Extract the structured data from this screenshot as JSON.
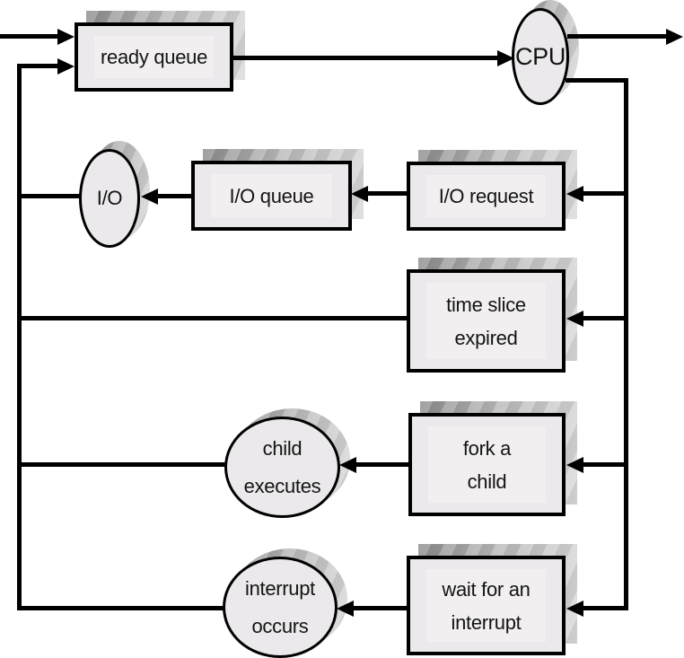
{
  "diagram_type": "flow-diagram",
  "colors": {
    "bg": "#ffffff",
    "ink": "#000000",
    "node_fill": "#ebe9eb",
    "node_inner": "#f2eff1",
    "shadow_dark": "#8a8a8a",
    "shadow_mid": "#b8b8b8",
    "shadow_light": "#d9d9d9",
    "label": "#141414"
  },
  "nodes": {
    "ready_queue": {
      "label": "ready queue",
      "shape": "queue-box"
    },
    "cpu": {
      "label": "CPU",
      "shape": "ellipse"
    },
    "io": {
      "label": "I/O",
      "shape": "ellipse"
    },
    "io_queue": {
      "label": "I/O queue",
      "shape": "queue-box"
    },
    "io_request": {
      "label": "I/O request",
      "shape": "queue-box"
    },
    "time_slice_expiredated": null,
    "time_slice_expired": {
      "label": "time slice\nexpired",
      "shape": "queue-box"
    },
    "child_executes": {
      "label": "child\nexecutes",
      "shape": "circle"
    },
    "fork_a_child": {
      "label": "fork a\nchild",
      "shape": "queue-box"
    },
    "interrupt_occurs": {
      "label": "interrupt\noccurs",
      "shape": "circle"
    },
    "wait_for_interrupt": {
      "label": "wait for an\ninterrupt",
      "shape": "queue-box"
    }
  },
  "edges": [
    {
      "from": "external-in",
      "to": "ready_queue",
      "arrow": "into ready queue (top left entry)"
    },
    {
      "from": "feedback-rail",
      "to": "ready_queue",
      "arrow": "into ready queue (lower left entry)"
    },
    {
      "from": "ready_queue",
      "to": "cpu",
      "arrow": "right into CPU"
    },
    {
      "from": "cpu",
      "to": "external-out",
      "arrow": "exit right"
    },
    {
      "from": "cpu",
      "to": "right-rail",
      "arrow": "down the right side"
    },
    {
      "from": "right-rail",
      "to": "io_request",
      "arrow": "left into I/O request"
    },
    {
      "from": "io_request",
      "to": "io_queue",
      "arrow": "left into I/O queue"
    },
    {
      "from": "io_queue",
      "to": "io",
      "arrow": "left into I/O"
    },
    {
      "from": "io",
      "to": "left-rail",
      "arrow": "joins left rail up to ready queue"
    },
    {
      "from": "right-rail",
      "to": "time_slice_expired",
      "arrow": "left into time slice expired"
    },
    {
      "from": "time_slice_expired",
      "to": "left-rail",
      "arrow": "joins left rail"
    },
    {
      "from": "right-rail",
      "to": "fork_a_child",
      "arrow": "left into fork a child"
    },
    {
      "from": "fork_a_child",
      "to": "child_executes",
      "arrow": "left into child executes"
    },
    {
      "from": "child_executes",
      "to": "left-rail",
      "arrow": "joins left rail"
    },
    {
      "from": "right-rail",
      "to": "wait_for_interrupt",
      "arrow": "left into wait for an interrupt"
    },
    {
      "from": "wait_for_interrupt",
      "to": "interrupt_occurs",
      "arrow": "left into interrupt occurs"
    },
    {
      "from": "interrupt_occurs",
      "to": "left-rail",
      "arrow": "joins left rail"
    }
  ]
}
